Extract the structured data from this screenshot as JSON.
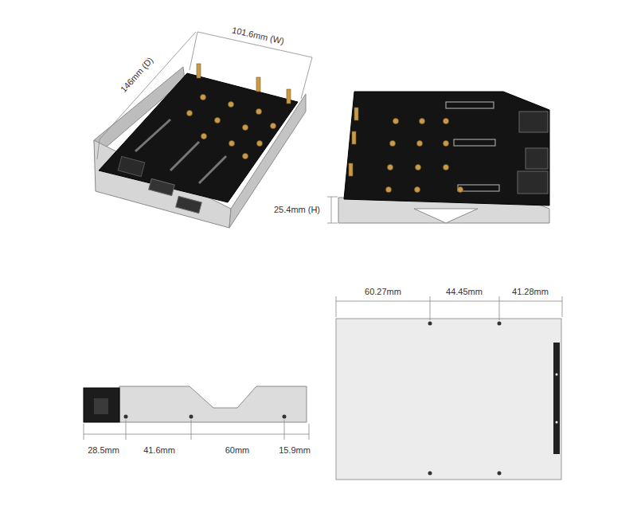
{
  "diagram": {
    "labels": [
      "101.6mm (W)",
      "146mm (D)",
      "25.4mm (H)",
      "60.27mm",
      "44.45mm",
      "41.28mm",
      "28.5mm",
      "41.6mm",
      "60mm",
      "15.9mm"
    ]
  }
}
